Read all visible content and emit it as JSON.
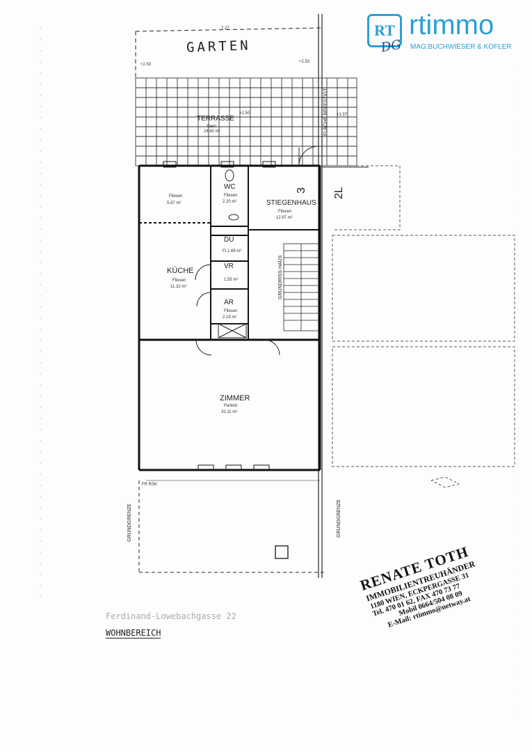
{
  "logo": {
    "mark_text": "RT",
    "signature": "DG",
    "name": "rtimmo",
    "subtitle": "MAG.BUCHWIESER & KOFLER",
    "color": "#2a9fd6"
  },
  "plan": {
    "garden_label": "GARTEN",
    "terrace": {
      "name": "TERRASSE",
      "floor": "Stein",
      "area": "24.80 m²"
    },
    "rooms": [
      {
        "id": "wc",
        "name": "WC",
        "floor": "Fliesen",
        "area": "2.20 m²"
      },
      {
        "id": "flur",
        "name": "",
        "floor": "Fliesen",
        "area": "5.97 m²"
      },
      {
        "id": "stiegenhaus",
        "name": "STIEGENHAUS",
        "floor": "Fliesen",
        "area": "12.97 m²"
      },
      {
        "id": "du",
        "name": "DU",
        "floor": "Fl.",
        "area": "1.69 m²"
      },
      {
        "id": "vr",
        "name": "VR",
        "floor": "",
        "area": "1.55 m²"
      },
      {
        "id": "kueche",
        "name": "KÜCHE",
        "floor": "Fliesen",
        "area": "11.32 m²"
      },
      {
        "id": "ar",
        "name": "AR",
        "floor": "Fliesen",
        "area": "2.19 m²"
      },
      {
        "id": "zimmer",
        "name": "ZIMMER",
        "floor": "Parkett",
        "area": "32.11 m²"
      }
    ],
    "annotations": {
      "top_dimension": "7.27",
      "level_left": "+2.50",
      "level_right": "+2.50",
      "terrace_level": "+2.50",
      "paved_area": "FLÄCHE BEFESTIGT",
      "paved_level": "+1.97",
      "section_3": "3",
      "section_2l": "2L",
      "stair_note": "GRUNDRISS HAUS",
      "boundary_left": "GRUNDGRENZE",
      "boundary_right": "GRUNDGRENZE",
      "rsk": "FR RSK"
    }
  },
  "footer": {
    "address": "Ferdinand-Lowebachgasse 22",
    "area_title": "WOHNBEREICH"
  },
  "stamp": {
    "name": "RENATE TOTH",
    "title": "IMMOBILIENTREUHÄNDER",
    "address": "1180 WIEN, ECKPERGASSE 31",
    "phone": "Tel. 470 01 62, FAX 470 73 77",
    "mobile": "Mobil 0664/504 08 09",
    "email": "E-Mail: rtimmo@netway.at"
  }
}
